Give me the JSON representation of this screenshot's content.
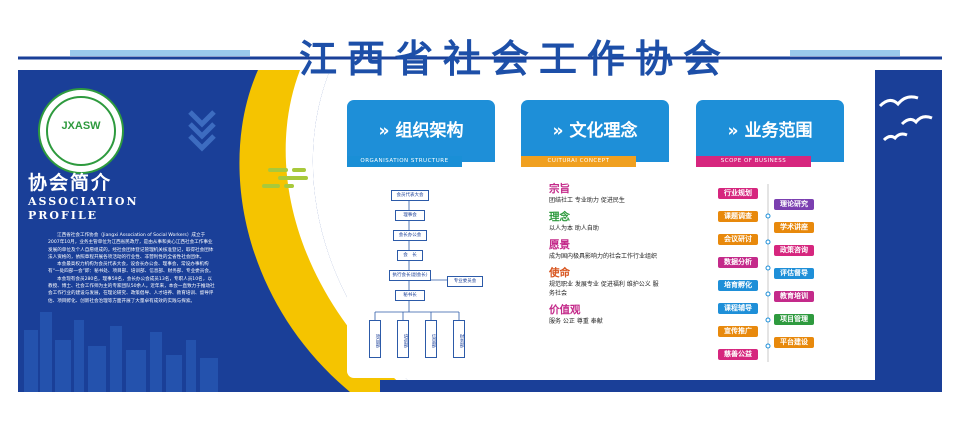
{
  "title": "江西省社会工作协会",
  "intro": {
    "logo_text": "JXASW",
    "heading": "协会简介",
    "heading_en_line1": "ASSOCIATION",
    "heading_en_line2": "PROFILE",
    "paragraphs": [
      "江西省社会工作协会（Jiangxi Association of Social Workers）成立于2007年10月，业务主管单位为江西省民政厅，是由从事和关心江西社会工作事业发展的单位及个人自愿组成的，经社会团体登记管理机关核准登记，取得社会团体法人资格的，依照章程开展各项活动的行业性、非营利性的全省性社会团体。",
      "本会最高权力机构为会员代表大会，设会长办公会、理事会，常设办事机构有“一处四部一会”即：秘书处、项目部、培训部、信息部、财务部、专业委员会。",
      "本会现有会员280名，理事59名，会长办公会成员13名，专职人员10名，以教授、博士、社会工作师为主的专家团队50余人。近年来，本会一直致力于推动社会工作行业的建设与发展，在理论研究、政策倡导、人才培养、教育培训、督导评估、项目孵化、创新社会治理等方面开展了大量卓有成效的实践与探索。"
    ]
  },
  "panels": {
    "org": {
      "title": "» 组织架构",
      "tag": "ORGANISATION STRUCTURE",
      "nodes": [
        "会员代表大会",
        "理事会",
        "会长办公会",
        "会　长",
        "执行会长(副会长)",
        "专业委员会",
        "秘书长"
      ],
      "depts": [
        "项目部",
        "培训部",
        "信息部",
        "财务部"
      ]
    },
    "culture": {
      "title": "» 文化理念",
      "tag": "CUITURAI CONCEPT",
      "items": [
        {
          "heading": "宗旨",
          "text": "团结社工  专业助力  促进民生",
          "color": "#c42a8a"
        },
        {
          "heading": "理念",
          "text": "以人为本  助人自助",
          "color": "#2e9a3e"
        },
        {
          "heading": "愿景",
          "text": "成为国内极具影响力的社会工作行业组织",
          "color": "#c42a8a"
        },
        {
          "heading": "使命",
          "text": "规范职业  发展专业  促进福利  维护公义  服务社会",
          "color": "#d8551f"
        },
        {
          "heading": "价值观",
          "text": "服务  公正  尊重  奉献",
          "color": "#c42a8a"
        }
      ]
    },
    "business": {
      "title": "» 业务范围",
      "tag": "SCOPE OF BUSINESS",
      "left": [
        {
          "label": "行业规划",
          "color": "#d6267e"
        },
        {
          "label": "课题调查",
          "color": "#e8890c"
        },
        {
          "label": "会议研讨",
          "color": "#e8890c"
        },
        {
          "label": "数据分析",
          "color": "#c42a8a"
        },
        {
          "label": "培育孵化",
          "color": "#1e8fd8"
        },
        {
          "label": "课程辅导",
          "color": "#1e8fd8"
        },
        {
          "label": "宣传推广",
          "color": "#e8890c"
        },
        {
          "label": "慈善公益",
          "color": "#d6267e"
        }
      ],
      "right": [
        {
          "label": "理论研究",
          "color": "#7b3fb0"
        },
        {
          "label": "学术讲座",
          "color": "#e8890c"
        },
        {
          "label": "政策咨询",
          "color": "#d6267e"
        },
        {
          "label": "评估督导",
          "color": "#1e8fd8"
        },
        {
          "label": "教育培训",
          "color": "#c42a8a"
        },
        {
          "label": "项目管理",
          "color": "#2e9a3e"
        },
        {
          "label": "平台建设",
          "color": "#e8890c"
        }
      ]
    }
  }
}
